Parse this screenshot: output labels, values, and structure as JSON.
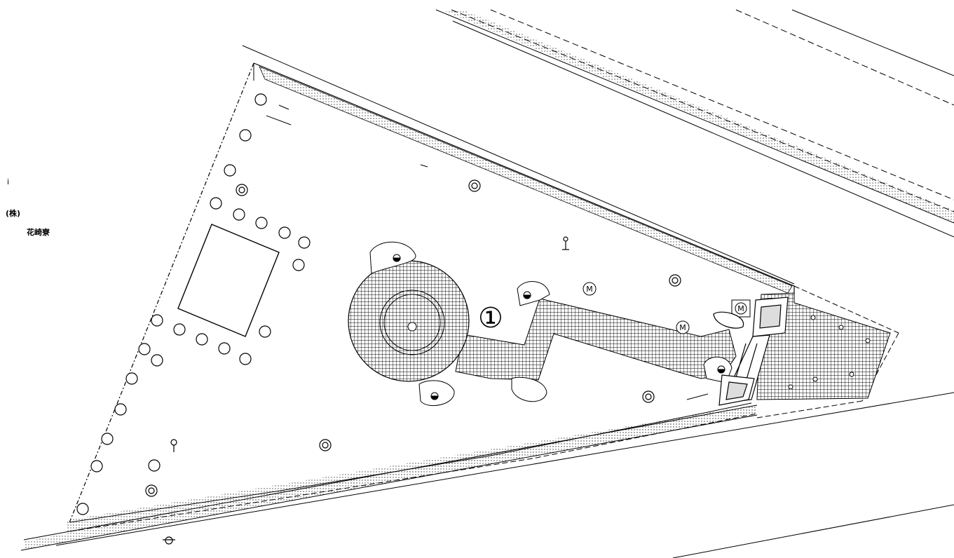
{
  "labels": {
    "corner_mark": "i",
    "company": "(株)",
    "dormitory": "花崎寮",
    "area_number": "①"
  },
  "symbols": {
    "manhole_letter": "M"
  },
  "colors": {
    "line": "#000000",
    "background": "#ffffff"
  }
}
